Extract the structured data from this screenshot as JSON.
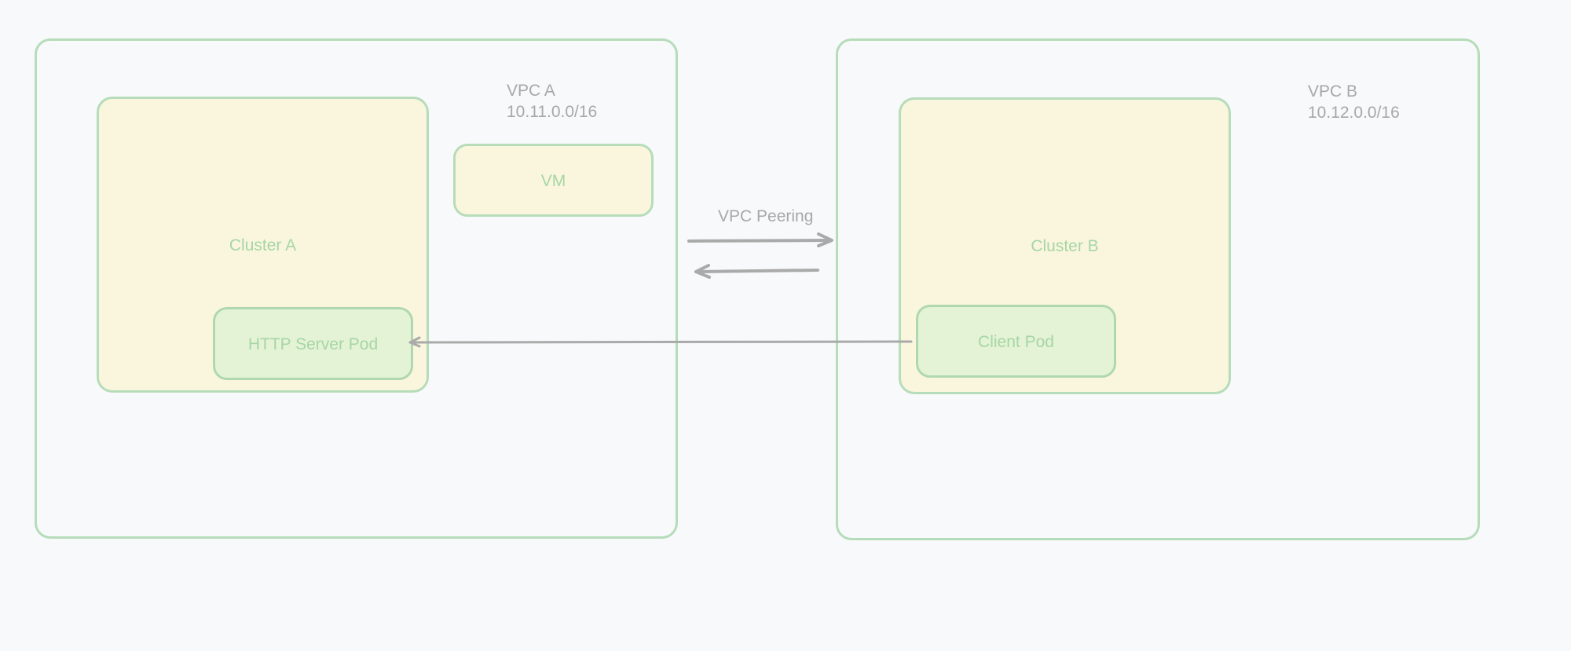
{
  "vpc_a": {
    "name": "VPC A",
    "cidr": "10.11.0.0/16",
    "cluster_label": "Cluster A",
    "vm_label": "VM",
    "pod_label": "HTTP Server Pod"
  },
  "vpc_b": {
    "name": "VPC B",
    "cidr": "10.12.0.0/16",
    "cluster_label": "Cluster B",
    "pod_label": "Client Pod"
  },
  "peering": {
    "label": "VPC Peering"
  },
  "colors": {
    "background": "#f7f9fa",
    "container_border": "#b6dcba",
    "cluster_fill": "#faf6de",
    "pod_fill": "#e4f3d6",
    "green_text": "#a6d6a6",
    "grey_text": "#a8a8a8",
    "arrow": "#aaaaaa"
  }
}
